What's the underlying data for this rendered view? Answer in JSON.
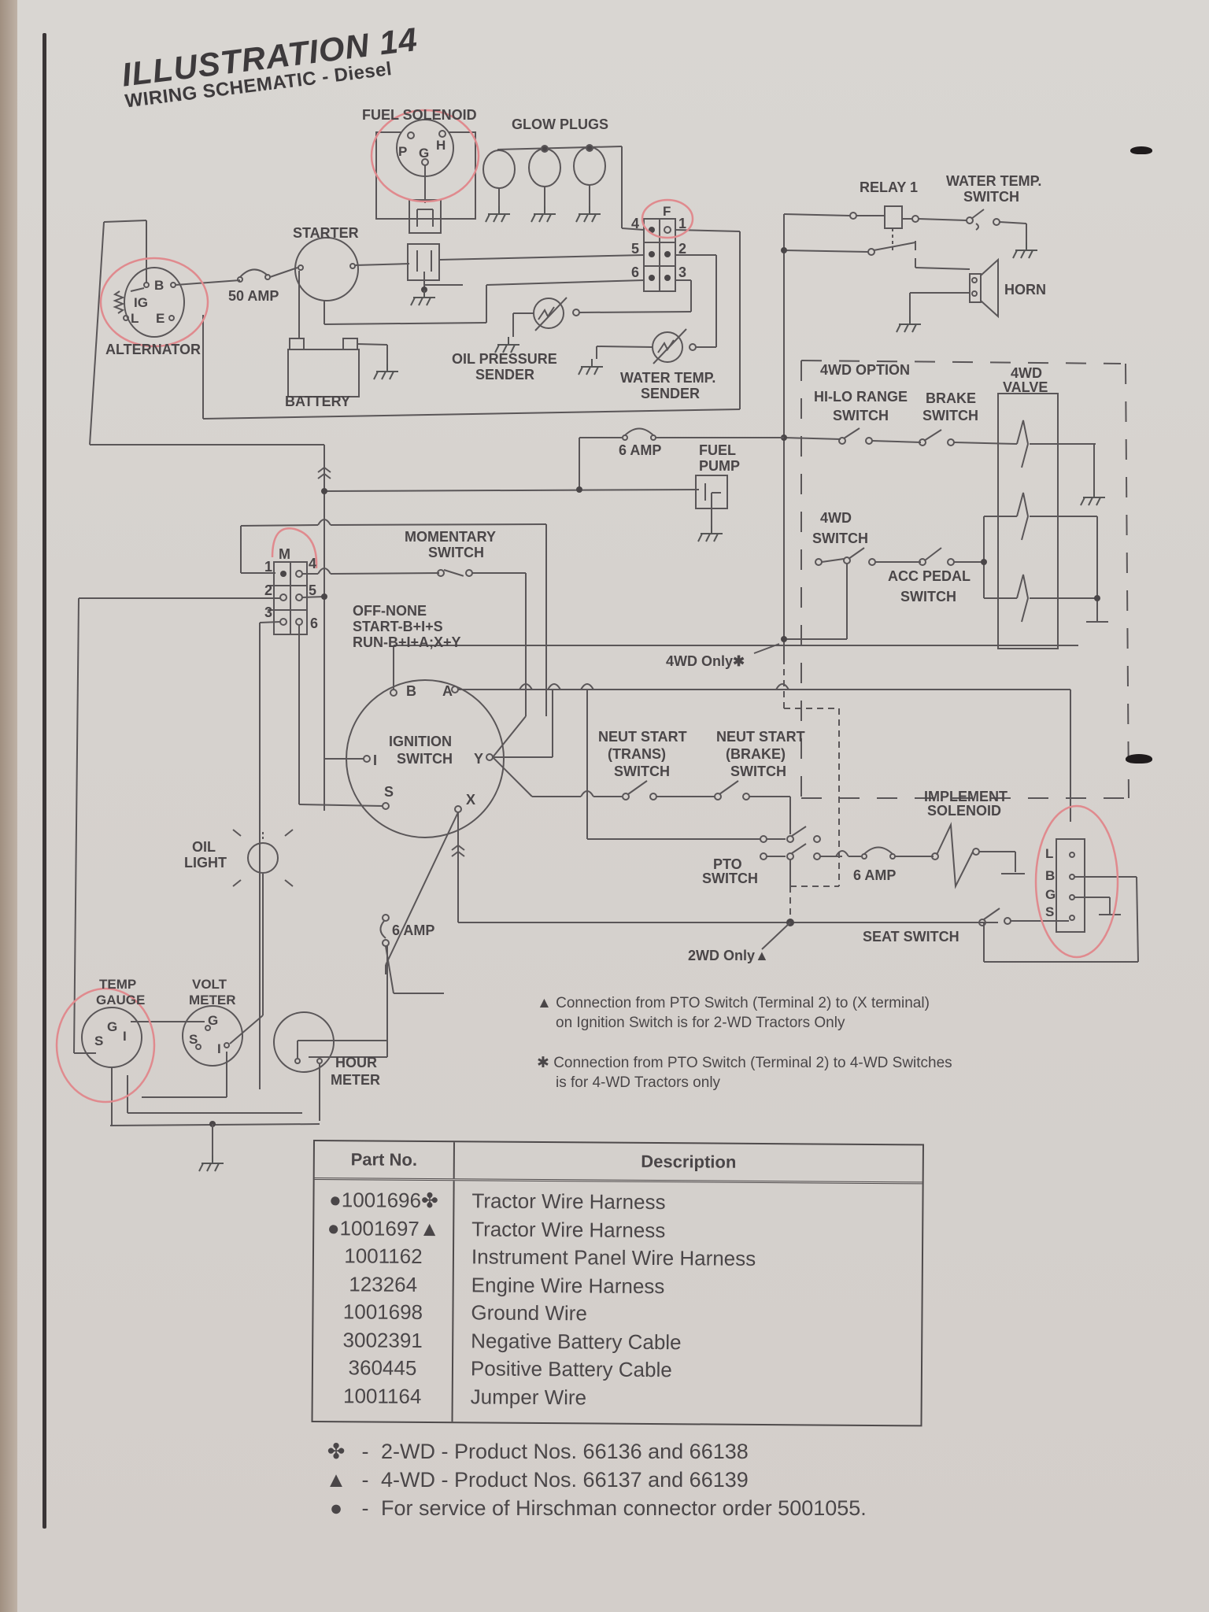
{
  "header": {
    "illustration": "ILLUSTRATION 14",
    "subtitle": "WIRING SCHEMATIC - Diesel"
  },
  "components": {
    "fuel_solenoid": "FUEL SOLENOID",
    "fuel_solenoid_terminals": [
      "P",
      "G",
      "H"
    ],
    "glow_plugs": "GLOW PLUGS",
    "starter": "STARTER",
    "alternator": "ALTERNATOR",
    "alternator_terminals": [
      "B",
      "IG",
      "L",
      "E"
    ],
    "fuse_50": "50 AMP",
    "battery": "BATTERY",
    "oil_pressure_sender": [
      "OIL PRESSURE",
      "SENDER"
    ],
    "water_temp_sender": [
      "WATER TEMP.",
      "SENDER"
    ],
    "connector_f": "F",
    "connector_f_pins": [
      "4",
      "1",
      "5",
      "2",
      "6",
      "3"
    ],
    "relay_1": "RELAY 1",
    "water_temp_switch": [
      "WATER TEMP.",
      "SWITCH"
    ],
    "horn": "HORN",
    "fwd_option": "4WD OPTION",
    "hi_lo_switch": [
      "HI-LO RANGE",
      "SWITCH"
    ],
    "brake_switch": [
      "BRAKE",
      "SWITCH"
    ],
    "fwd_valve": [
      "4WD",
      "VALVE"
    ],
    "fuse_6_fuel": "6 AMP",
    "fuel_pump": [
      "FUEL",
      "PUMP"
    ],
    "fwd_switch": [
      "4WD",
      "SWITCH"
    ],
    "acc_pedal_switch": [
      "ACC PEDAL",
      "SWITCH"
    ],
    "fwd_only": "4WD Only✱",
    "connector_m": "M",
    "connector_m_pins": [
      "1",
      "4",
      "2",
      "5",
      "3",
      "6"
    ],
    "momentary_switch": [
      "MOMENTARY",
      "SWITCH"
    ],
    "ignition_modes": [
      "OFF-NONE",
      "START-B+I+S",
      "RUN-B+I+A;X+Y"
    ],
    "ignition_switch": [
      "IGNITION",
      "SWITCH"
    ],
    "ignition_terminals": [
      "B",
      "A",
      "I",
      "Y",
      "S",
      "X"
    ],
    "neut_start_trans": [
      "NEUT START",
      "(TRANS)",
      "SWITCH"
    ],
    "neut_start_brake": [
      "NEUT START",
      "(BRAKE)",
      "SWITCH"
    ],
    "implement_solenoid": [
      "IMPLEMENT",
      "SOLENOID"
    ],
    "pto_switch": [
      "PTO",
      "SWITCH"
    ],
    "fuse_6_pto": "6 AMP",
    "seat_connector_terminals": [
      "L",
      "B",
      "G",
      "S"
    ],
    "seat_switch": "SEAT SWITCH",
    "twowd_only": "2WD Only▲",
    "oil_light": [
      "OIL",
      "LIGHT"
    ],
    "fuse_6_meter": "6 AMP",
    "temp_gauge": [
      "TEMP",
      "GAUGE"
    ],
    "temp_gauge_terminals": [
      "G",
      "S",
      "I"
    ],
    "volt_meter": [
      "VOLT",
      "METER"
    ],
    "volt_meter_terminals": [
      "G",
      "S",
      "I"
    ],
    "hour_meter": [
      "HOUR",
      "METER"
    ]
  },
  "notes": [
    {
      "symbol": "▲",
      "line1": "Connection from PTO Switch (Terminal 2) to (X terminal)",
      "line2": "on Ignition Switch is for 2-WD Tractors Only"
    },
    {
      "symbol": "✱",
      "line1": "Connection from PTO Switch (Terminal 2) to 4-WD Switches",
      "line2": "is for 4-WD Tractors only"
    }
  ],
  "parts_table": {
    "headers": [
      "Part No.",
      "Description"
    ],
    "rows": [
      {
        "part": "●1001696✤",
        "desc": "Tractor Wire Harness"
      },
      {
        "part": "●1001697▲",
        "desc": "Tractor Wire Harness"
      },
      {
        "part": "1001162",
        "desc": "Instrument Panel Wire Harness"
      },
      {
        "part": "123264",
        "desc": "Engine Wire Harness"
      },
      {
        "part": "1001698",
        "desc": "Ground Wire"
      },
      {
        "part": "3002391",
        "desc": "Negative Battery Cable"
      },
      {
        "part": "360445",
        "desc": "Positive Battery Cable"
      },
      {
        "part": "1001164",
        "desc": "Jumper Wire"
      }
    ]
  },
  "legend": [
    {
      "symbol": "✤",
      "text": "2-WD - Product Nos. 66136 and 66138"
    },
    {
      "symbol": "▲",
      "text": "4-WD - Product Nos. 66137 and 66139"
    },
    {
      "symbol": "●",
      "text": "For service of Hirschman connector order 5001055."
    }
  ],
  "colors": {
    "paper": "#d7d3cf",
    "ink": "#4a4648",
    "pen_circle": "#e07a80"
  }
}
